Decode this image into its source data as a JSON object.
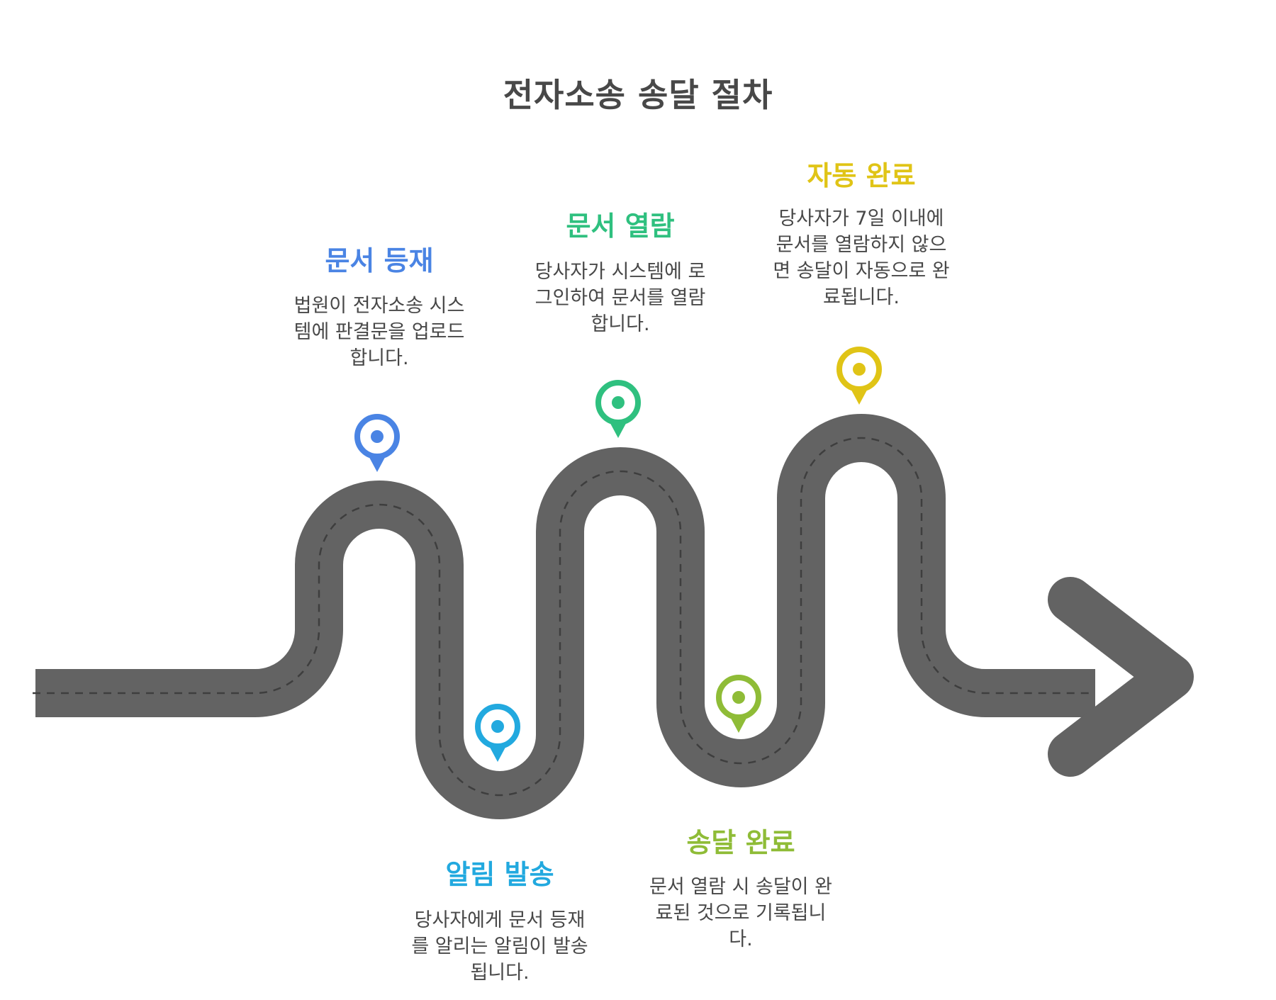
{
  "title": "전자소송 송달 절차",
  "colors": {
    "road": "#636363",
    "road_dash": "#3e3e3e",
    "title_text": "#484848",
    "body_text": "#484848"
  },
  "steps": [
    {
      "title": "문서 등재",
      "desc_lines": [
        "법원이 전자소송 시스",
        "템에 판결문을 업로드",
        "합니다."
      ],
      "color": "#4a84e4",
      "icon": "location-pin-icon"
    },
    {
      "title": "알림 발송",
      "desc_lines": [
        "당사자에게 문서 등재",
        "를 알리는 알림이 발송",
        "됩니다."
      ],
      "color": "#22a9df",
      "icon": "location-pin-icon"
    },
    {
      "title": "문서 열람",
      "desc_lines": [
        "당사자가 시스템에 로",
        "그인하여 문서를 열람",
        "합니다."
      ],
      "color": "#2fc07f",
      "icon": "location-pin-icon"
    },
    {
      "title": "송달 완료",
      "desc_lines": [
        "문서 열람 시 송달이 완",
        "료된 것으로 기록됩니",
        "다."
      ],
      "color": "#8fbc37",
      "icon": "location-pin-icon"
    },
    {
      "title": "자동 완료",
      "desc_lines": [
        "당사자가 7일 이내에",
        "문서를 열람하지 않으",
        "면 송달이 자동으로 완",
        "료됩니다."
      ],
      "color": "#e0c416",
      "icon": "location-pin-icon"
    }
  ]
}
